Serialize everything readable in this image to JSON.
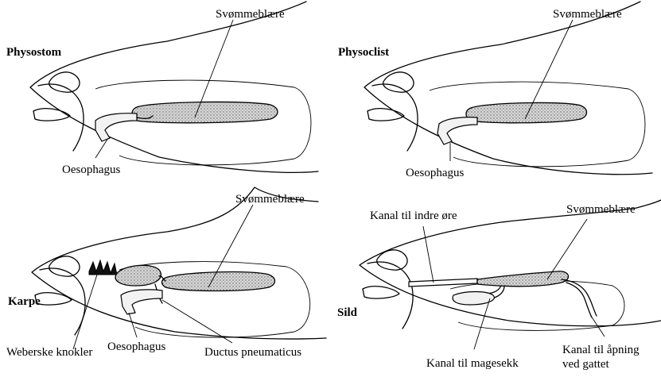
{
  "panels": {
    "physostom": {
      "title": "Physostom",
      "swim_bladder": "Svømmeblære",
      "oesophagus": "Oesophagus"
    },
    "physoclist": {
      "title": "Physoclist",
      "swim_bladder": "Svømmeblære",
      "oesophagus": "Oesophagus"
    },
    "karpe": {
      "title": "Karpe",
      "swim_bladder": "Svømmeblære",
      "oesophagus": "Oesophagus",
      "weberian": "Weberske knokler",
      "ductus": "Ductus pneumaticus"
    },
    "sild": {
      "title": "Sild",
      "swim_bladder": "Svømmeblære",
      "inner_ear": "Kanal til indre øre",
      "stomach": "Kanal til magesekk",
      "vent_line1": "Kanal til åpning",
      "vent_line2": "ved gattet"
    }
  },
  "colors": {
    "ink": "#000000",
    "bladder_fill": "#cfcfcf",
    "background": "#ffffff"
  }
}
